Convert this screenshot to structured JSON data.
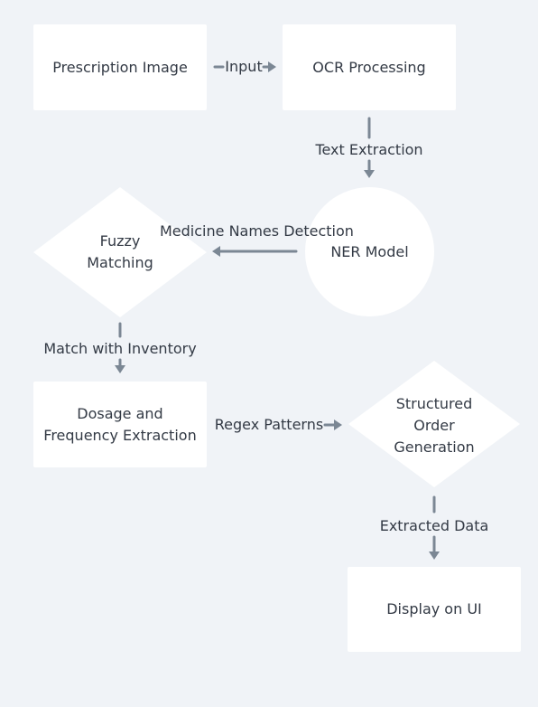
{
  "nodes": {
    "prescription_image": "Prescription Image",
    "ocr_processing": "OCR Processing",
    "ner_model": "NER Model",
    "fuzzy_matching_line1": "Fuzzy",
    "fuzzy_matching_line2": "Matching",
    "dosage_line1": "Dosage and",
    "dosage_line2": "Frequency Extraction",
    "structured_line1": "Structured",
    "structured_line2": "Order",
    "structured_line3": "Generation",
    "display_ui": "Display on UI"
  },
  "edges": {
    "input": "Input",
    "text_extraction": "Text Extraction",
    "medicine_names_detection": "Medicine Names Detection",
    "match_with_inventory": "Match with Inventory",
    "regex_patterns": "Regex Patterns",
    "extracted_data": "Extracted Data"
  },
  "colors": {
    "background": "#f0f3f7",
    "node_fill": "#ffffff",
    "edge": "#7b8794",
    "text": "#333a45"
  }
}
